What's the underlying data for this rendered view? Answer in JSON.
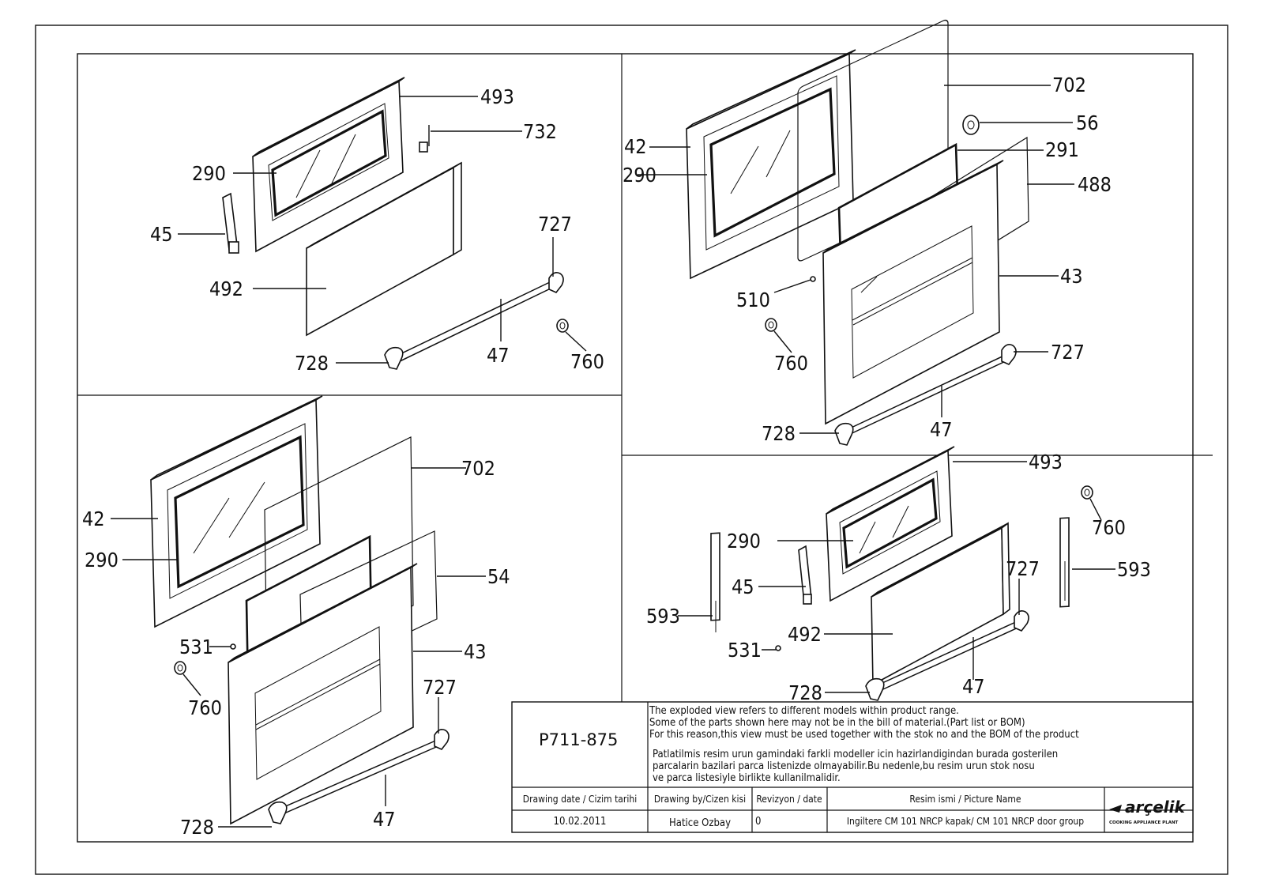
{
  "labels": {
    "q1": {
      "p493": "493",
      "p732": "732",
      "p290": "290",
      "p45": "45",
      "p492": "492",
      "p727": "727",
      "p47": "47",
      "p728": "728",
      "p760": "760"
    },
    "q2": {
      "p702": "702",
      "p56": "56",
      "p42": "42",
      "p291": "291",
      "p290": "290",
      "p488": "488",
      "p43": "43",
      "p510": "510",
      "p760": "760",
      "p727": "727",
      "p728": "728",
      "p47": "47"
    },
    "q3": {
      "p702": "702",
      "p42": "42",
      "p290": "290",
      "p54": "54",
      "p531": "531",
      "p43": "43",
      "p760": "760",
      "p727": "727",
      "p728": "728",
      "p47": "47"
    },
    "q4": {
      "p493": "493",
      "p760": "760",
      "p290": "290",
      "p45": "45",
      "p727": "727",
      "p593a": "593",
      "p593b": "593",
      "p492": "492",
      "p531": "531",
      "p728": "728",
      "p47": "47"
    }
  },
  "title_block": {
    "drawing_code": "P711-875",
    "note_en_1": "The exploded view refers to different models within product range.",
    "note_en_2": "Some of the parts shown here may not be in the bill of material.(Part list or BOM)",
    "note_en_3": "For this reason,this view must be used together with the stok no and the BOM of the product",
    "note_tr_1": "Patlatilmis resim urun gamindaki farkli modeller icin hazirlandigindan burada gosterilen",
    "note_tr_2": "parcalarin bazilari parca listenizde olmayabilir.Bu nedenle,bu resim urun stok nosu",
    "note_tr_3": "ve parca listesiyle birlikte kullanilmalidir.",
    "h_date": "Drawing date / Cizim tarihi",
    "h_by": "Drawing by/Cizen kisi",
    "h_rev": "Revizyon / date",
    "h_name": "Resim ismi / Picture Name",
    "v_date": "10.02.2011",
    "v_by": "Hatice Ozbay",
    "v_rev": "0",
    "v_name": "Ingiltere CM 101 NRCP kapak/ CM 101 NRCP  door group",
    "brand": "arçelik",
    "brand_sub": "COOKING APPLIANCE PLANT"
  }
}
